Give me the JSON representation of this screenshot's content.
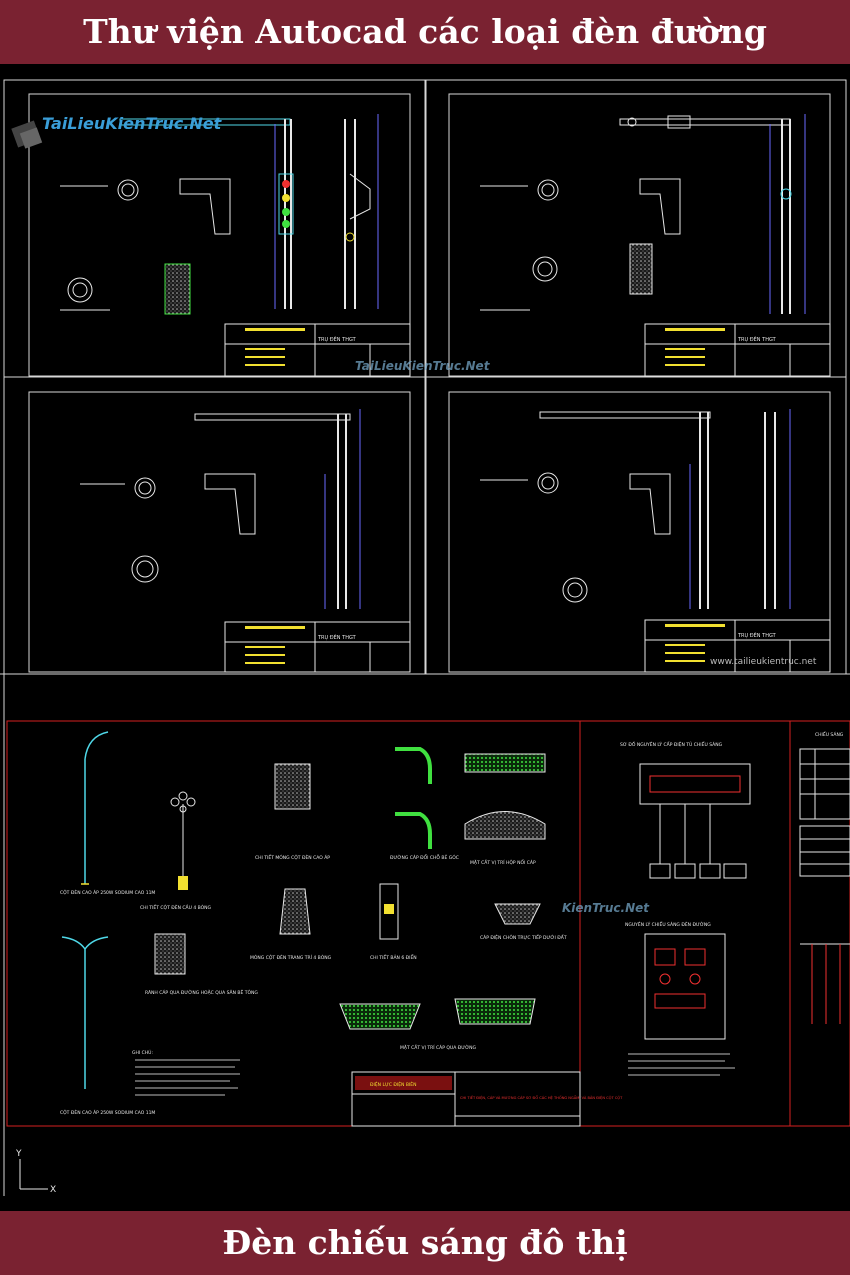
{
  "header": {
    "title": "Thư viện Autocad các loại đèn đường"
  },
  "footer": {
    "title": "Đèn chiếu sáng đô thị"
  },
  "watermarks": {
    "logo": "TaiLieuKienTruc.Net",
    "middle": "TaiLieuKienTruc.Net",
    "url": "www.tailieukientruc.net",
    "bottom": "KienTruc.Net"
  },
  "drawing_labels": {
    "title_block_name": "TRỤ ĐÈN THGT",
    "pole_1": "CỘT ĐÈN CAO ÁP 250W SODIUM CAO 11M",
    "pole_2": "CỘT ĐÈN CAO ÁP 250W SODIUM CAO 11M",
    "foundation_detail": "CHI TIẾT MÓNG CỘT ĐÈN CAO ÁP",
    "column_detail": "CHI TIẾT CỘT ĐÈN CẦU 4 BÓNG",
    "cable_bend": "ĐƯỜNG CÁP ĐỔI CHỖ BẺ GÓC",
    "junction_section": "MẶT CẮT VỊ TRÍ HỘP NỐI CÁP",
    "foundation_4": "MÓNG CỘT ĐÈN TRANG TRÍ 4 BÓNG",
    "base_detail": "CHI TIẾT BẢN 6 ĐIỂN",
    "direct_bury": "CÁP ĐIỆN CHÔN TRỰC TIẾP DƯỚI ĐẤT",
    "trench": "RÃNH CÁP QUA ĐƯỜNG HOẶC QUA SÂN BÊ TÔNG",
    "road_section": "MẶT CẮT VỊ TRÍ CÁP QUA ĐƯỜNG",
    "notes": "GHI CHÚ:",
    "principle_1": "SƠ ĐỒ NGUYÊN LÝ CẤP ĐIỆN TỦ CHIẾU SÁNG",
    "principle_2": "NGUYÊN LÝ CHIẾU SÁNG ĐÈN ĐƯỜNG",
    "legend": "CHIẾU SÁNG",
    "company": "ĐIỆN LỰC ĐIỆN BIÊN",
    "sheet_title": "CHI TIẾT ĐIỆN, CÁP VÀ MƯƠNG CÁP SƠ ĐỒ CÁC HỆ THỐNG NGẦM, VÀ BẢN ĐIỆN CỘT CỘT",
    "axis_y": "Y",
    "axis_x": "X"
  },
  "colors": {
    "banner": "#7a2231",
    "frame": "#d8d8d8",
    "red_frame": "#d42020",
    "cyan": "#4fd8e8",
    "yellow": "#f2e030",
    "green": "#40e040"
  }
}
